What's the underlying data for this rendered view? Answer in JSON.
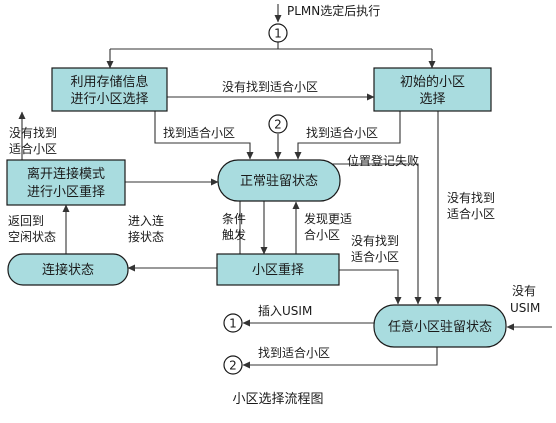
{
  "nodes": {
    "stored_info_select": [
      "利用存储信息",
      "进行小区选择"
    ],
    "initial_select": [
      "初始的小区",
      "选择"
    ],
    "leave_connected": [
      "离开连接模式",
      "进行小区重择"
    ],
    "normal_camped": "正常驻留状态",
    "connected": "连接状态",
    "reselection": "小区重择",
    "any_cell_camped": "任意小区驻留状态",
    "circle_1": "1",
    "circle_2": "2"
  },
  "labels": {
    "plmn_selected": "PLMN选定后执行",
    "not_found_suitable": "没有找到适合小区",
    "not_found_left": [
      "没有找到",
      "适合小区"
    ],
    "found_suitable_left": "找到适合小区",
    "found_suitable_right": "找到适合小区",
    "registration_failed": "位置登记失败",
    "not_found_right": [
      "没有找到",
      "适合小区"
    ],
    "return_idle": [
      "返回到",
      "空闲状态"
    ],
    "enter_connected": [
      "进入连",
      "接状态"
    ],
    "condition_trigger": [
      "条件",
      "触发"
    ],
    "found_better": [
      "发现更适",
      "合小区"
    ],
    "not_found_mid": [
      "没有找到",
      "适合小区"
    ],
    "no_usim": [
      "没有",
      "USIM"
    ],
    "insert_usim": "插入USIM",
    "found_suitable_bottom": "找到适合小区"
  },
  "caption": "小区选择流程图"
}
